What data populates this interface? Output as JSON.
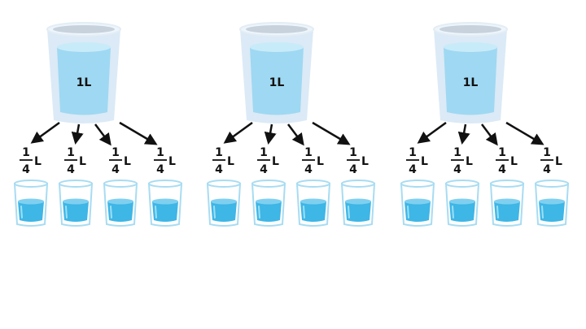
{
  "diagram": {
    "groups": [
      {
        "big_glass": {
          "label": "1L"
        },
        "portions": [
          {
            "numerator": "1",
            "denominator": "4",
            "unit": "L"
          },
          {
            "numerator": "1",
            "denominator": "4",
            "unit": "L"
          },
          {
            "numerator": "1",
            "denominator": "4",
            "unit": "L"
          },
          {
            "numerator": "1",
            "denominator": "4",
            "unit": "L"
          }
        ]
      },
      {
        "big_glass": {
          "label": "1L"
        },
        "portions": [
          {
            "numerator": "1",
            "denominator": "4",
            "unit": "L"
          },
          {
            "numerator": "1",
            "denominator": "4",
            "unit": "L"
          },
          {
            "numerator": "1",
            "denominator": "4",
            "unit": "L"
          },
          {
            "numerator": "1",
            "denominator": "4",
            "unit": "L"
          }
        ]
      },
      {
        "big_glass": {
          "label": "1L"
        },
        "portions": [
          {
            "numerator": "1",
            "denominator": "4",
            "unit": "L"
          },
          {
            "numerator": "1",
            "denominator": "4",
            "unit": "L"
          },
          {
            "numerator": "1",
            "denominator": "4",
            "unit": "L"
          },
          {
            "numerator": "1",
            "denominator": "4",
            "unit": "L"
          }
        ]
      }
    ],
    "colors": {
      "glass_outline": "#dbeaf6",
      "glass_rim": "#c7d2dc",
      "big_water": "#9fd8f2",
      "big_water_light": "#c8ebf9",
      "small_water": "#3eb6e6",
      "small_water_top": "#7fd0f0",
      "small_glass_outline": "#a8dcf2",
      "arrow": "#111111"
    },
    "icons": {
      "big_glass": "water-glass-icon",
      "small_glass": "small-water-glass-icon",
      "arrow": "arrow-icon"
    }
  }
}
